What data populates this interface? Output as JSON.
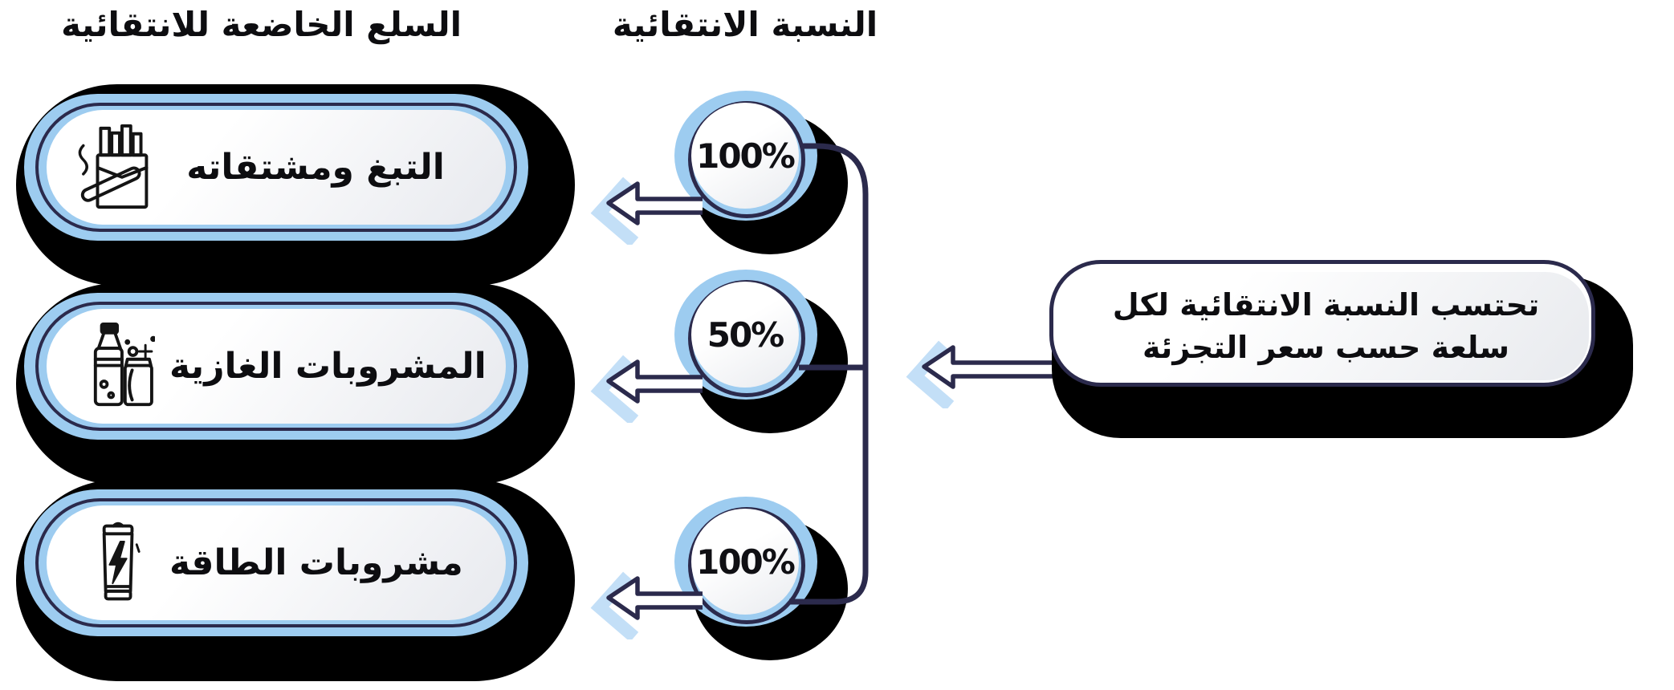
{
  "headers": {
    "goods": "السلع الخاضعة للانتقائية",
    "rate": "النسبة الانتقائية"
  },
  "items": [
    {
      "label": "التبغ ومشتقاته",
      "rate": "100%",
      "icon": "cigarette-pack-icon"
    },
    {
      "label": "المشروبات الغازية",
      "rate": "50%",
      "icon": "soda-bottle-can-icon"
    },
    {
      "label": "مشروبات الطاقة",
      "rate": "100%",
      "icon": "energy-drink-can-icon"
    }
  ],
  "note": {
    "line1": "تحتسب النسبة الانتقائية لكل",
    "line2": "سلعة حسب سعر التجزئة"
  },
  "colors": {
    "background": "#ffffff",
    "light_blue": "#9dccf0",
    "arrow_blue": "#c3dff7",
    "navy_outline": "#2b2a4c",
    "shadow_black": "#000000",
    "text_black": "#0d0d10"
  }
}
